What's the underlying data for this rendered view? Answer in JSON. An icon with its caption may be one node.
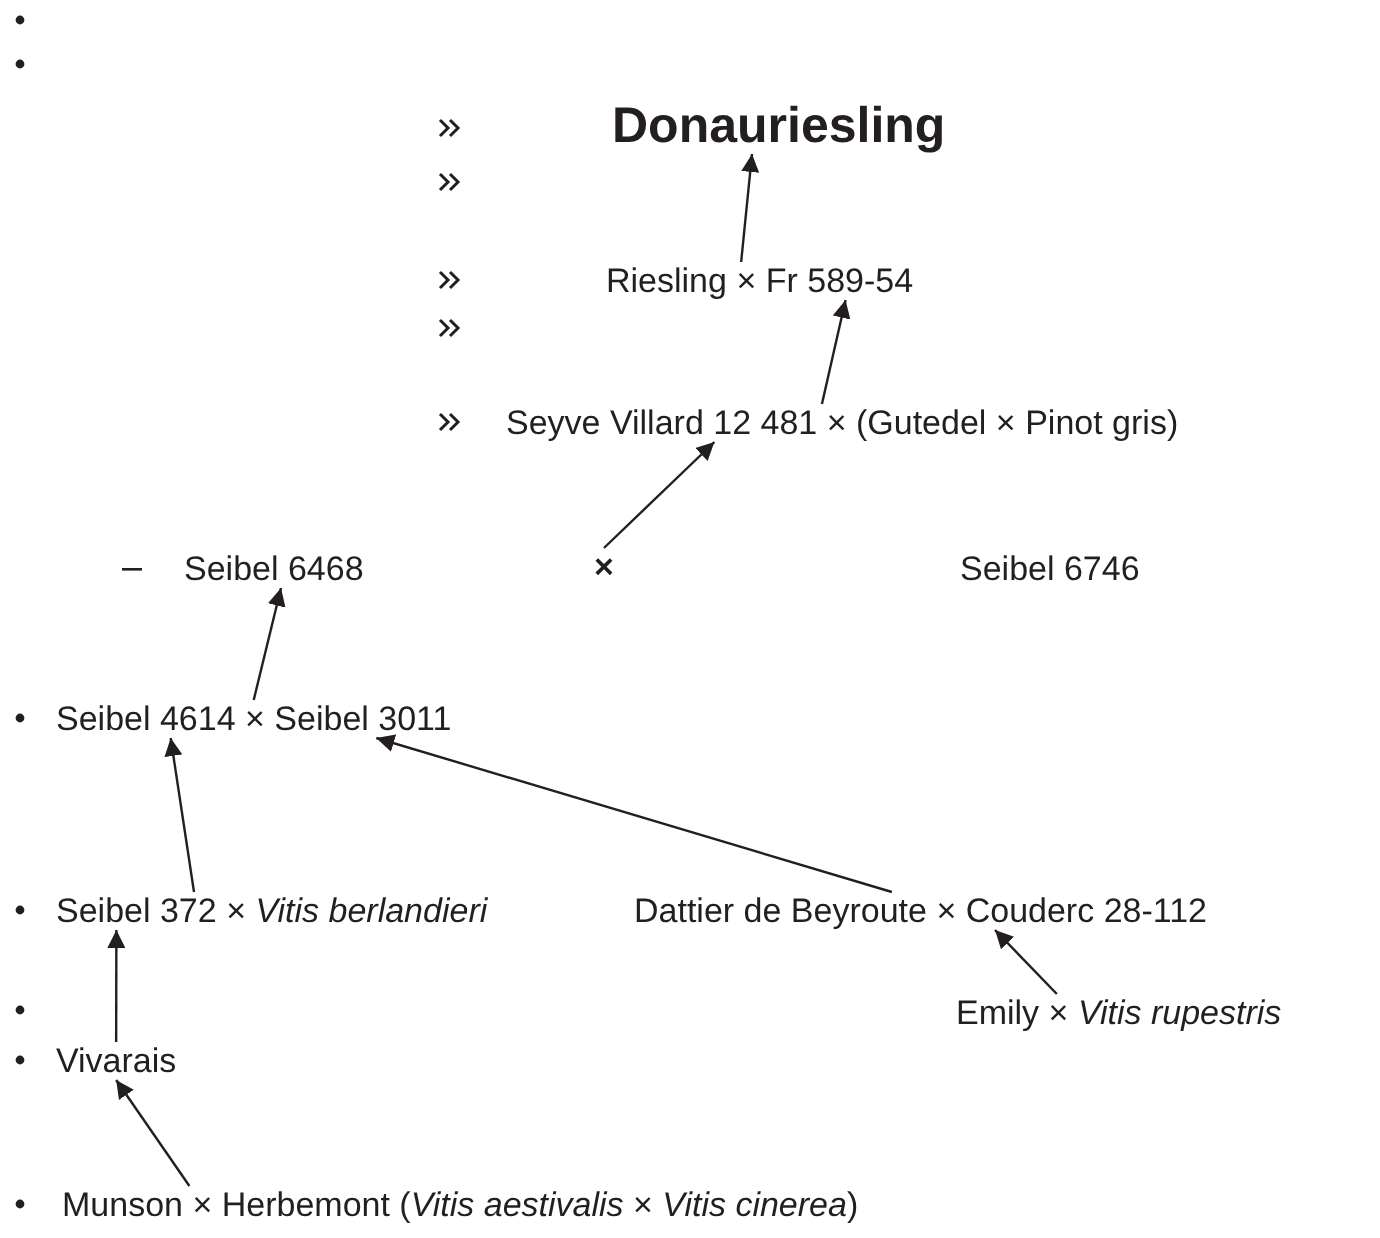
{
  "diagram": {
    "nodes": [
      {
        "text": [
          "Donauriesling"
        ]
      },
      {
        "text": [
          "Riesling × Fr 589-54"
        ]
      },
      {
        "text": [
          "Seyve Villard 12 481 × (Gutedel × Pinot gris)"
        ]
      },
      {
        "text": [
          "Seibel 6468"
        ]
      },
      {
        "text": [
          "×"
        ]
      },
      {
        "text": [
          "Seibel 6746"
        ]
      },
      {
        "text": [
          "Seibel 4614 × Seibel 3011"
        ]
      },
      {
        "text": [
          "Seibel 372 × *Vitis berlandieri*"
        ]
      },
      {
        "text": [
          "Dattier de Beyroute × Couderc 28-112"
        ]
      },
      {
        "text": [
          "Emily × *Vitis rupestris*"
        ]
      },
      {
        "text": [
          "Vivarais"
        ]
      },
      {
        "text": [
          "Munson × Herbemont (*Vitis aestivalis* × *Vitis cinerea*)"
        ]
      }
    ],
    "edges": [
      {
        "from": 1,
        "to": 0,
        "arrow": "to"
      },
      {
        "from": 2,
        "to": 1,
        "arrow": "to"
      },
      {
        "from": 4,
        "to": 2,
        "arrow": "to"
      },
      {
        "from": 6,
        "to": 3,
        "arrow": "to"
      },
      {
        "from": 7,
        "to": 6,
        "arrow": "to"
      },
      {
        "from": 8,
        "to": 6,
        "arrow": "to"
      },
      {
        "from": 9,
        "to": 8,
        "arrow": "to"
      },
      {
        "from": 10,
        "to": 7,
        "arrow": "to"
      },
      {
        "from": 11,
        "to": 10,
        "arrow": "to"
      }
    ]
  }
}
